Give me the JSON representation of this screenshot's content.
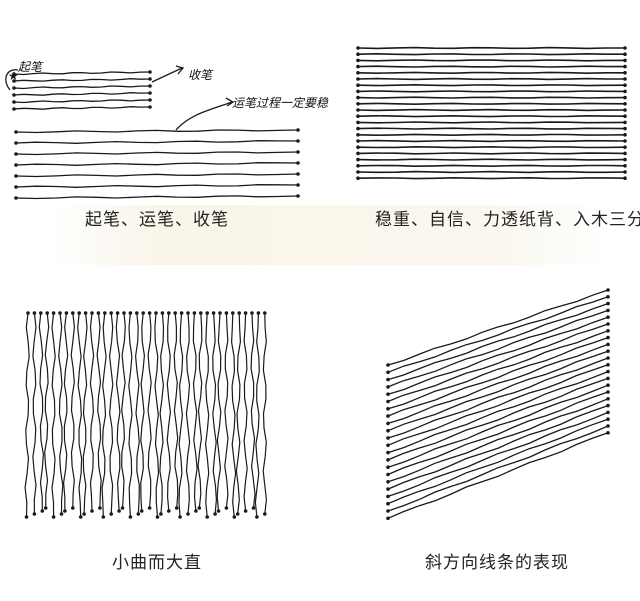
{
  "captions": {
    "top_left": "起笔、运笔、收笔",
    "top_right": "稳重、自信、力透纸背、入木三分",
    "bottom_left": "小曲而大直",
    "bottom_right": "斜方向线条的表现"
  },
  "annotations": {
    "start": "起笔",
    "end": "收笔",
    "middle": "运笔过程一定要稳"
  },
  "colors": {
    "ink": "#1a1a1a",
    "paper": "#ffffff"
  }
}
